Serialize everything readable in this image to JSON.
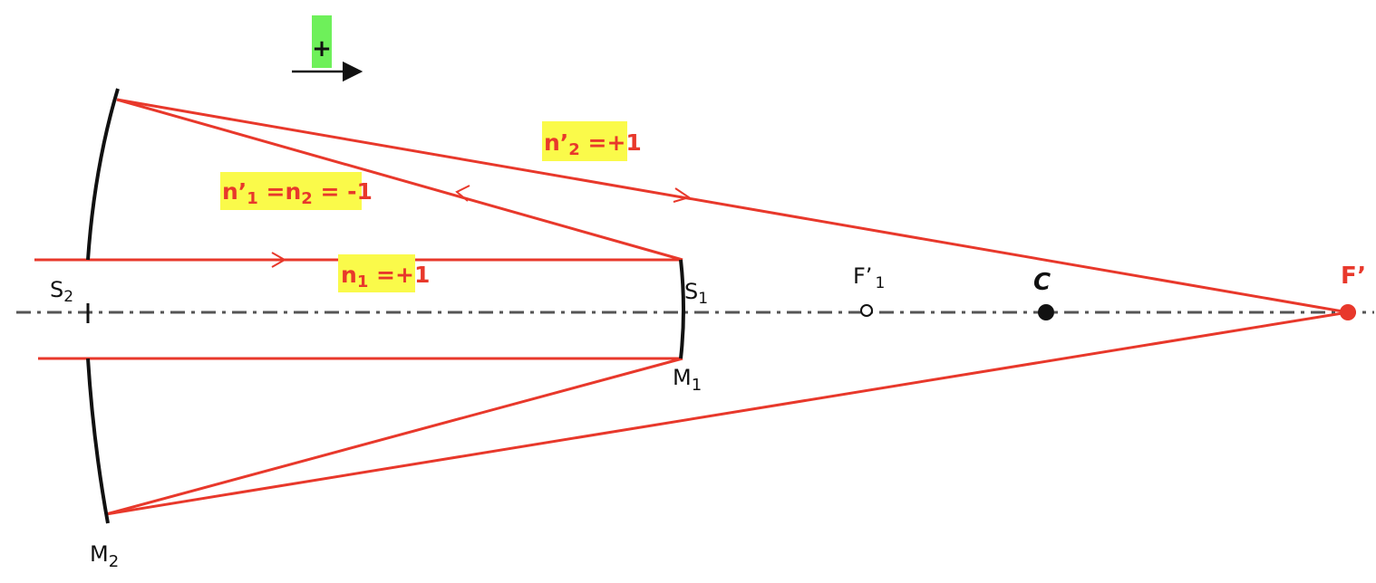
{
  "colors": {
    "ray": "#e8382b",
    "mirror": "#111111",
    "axis": "#555555",
    "highlight_yellow": "#fafa4a",
    "highlight_green": "#6ef05a"
  },
  "sign_convention": {
    "symbol": "+"
  },
  "points": {
    "S2": {
      "base": "S",
      "sub": "2"
    },
    "S1": {
      "base": "S",
      "sub": "1"
    },
    "M1": {
      "base": "M",
      "sub": "1"
    },
    "M2": {
      "base": "M",
      "sub": "2"
    },
    "F1p": {
      "text": "F’",
      "sub": "1"
    },
    "C": {
      "text": "C"
    },
    "Fp": {
      "text": "F’"
    }
  },
  "indices": {
    "n1": {
      "base": "n",
      "sub": "1",
      "rest": " =+1"
    },
    "n1p": {
      "base": "n’",
      "sub": "1",
      "mid": " =n",
      "sub2": "2",
      "rest": " = -1"
    },
    "n2p": {
      "base": "n’",
      "sub": "2",
      "rest": " =+1"
    }
  }
}
